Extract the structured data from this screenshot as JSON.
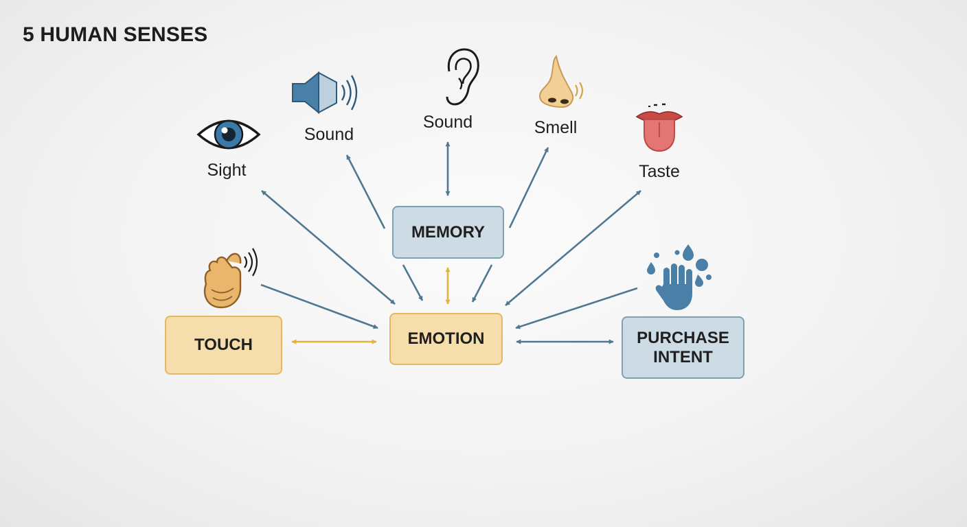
{
  "title": "5 HUMAN SENSES",
  "senses": {
    "sight": "Sight",
    "sound_speaker": "Sound",
    "sound_ear": "Sound",
    "smell": "Smell",
    "taste": "Taste"
  },
  "nodes": {
    "memory": "MEMORY",
    "emotion": "EMOTION",
    "touch": "TOUCH",
    "purchase_intent": "PURCHASE\nINTENT"
  },
  "colors": {
    "arrow_blue": "#4f7890",
    "arrow_gold": "#e2b23c",
    "box_blue_fill": "#cddbe4",
    "box_amber_fill": "#f6ddac"
  },
  "icons": [
    "eye-icon",
    "speaker-icon",
    "ear-icon",
    "nose-icon",
    "tongue-icon",
    "touch-hand-icon",
    "splash-hand-icon"
  ]
}
